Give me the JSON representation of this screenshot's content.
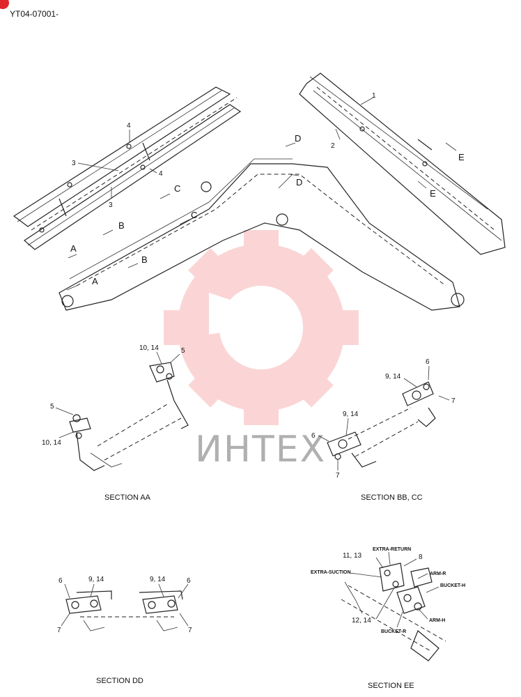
{
  "header": {
    "doc_code": "YT04-07001-"
  },
  "watermark": {
    "text": "ИНТЕХ",
    "color": "#f26b6b"
  },
  "callouts": {
    "arm": {
      "n1": "1",
      "n2": "2"
    },
    "boom_left": {
      "n3a": "3",
      "n3b": "3",
      "n4a": "4",
      "n4b": "4"
    },
    "letters": {
      "A1": "A",
      "A2": "A",
      "B1": "B",
      "B2": "B",
      "C1": "C",
      "C2": "C",
      "D1": "D",
      "D2": "D",
      "E1": "E",
      "E2": "E"
    }
  },
  "section_aa": {
    "title": "SECTION AA",
    "l1": "10, 14",
    "l2": "5",
    "l3": "5",
    "l4": "10, 14"
  },
  "section_bb": {
    "title": "SECTION BB, CC",
    "l1": "6",
    "l2": "9, 14",
    "l3": "7",
    "l4": "9, 14",
    "l5": "6",
    "l6": "7"
  },
  "section_dd": {
    "title": "SECTION DD",
    "l1": "6",
    "l2": "9, 14",
    "l3": "7",
    "l4": "9, 14",
    "l5": "6",
    "l6": "7"
  },
  "section_ee": {
    "title": "SECTION EE",
    "l1": "11, 13",
    "l2": "EXTRA-RETURN",
    "l3": "8",
    "l4": "EXTRA-SUCTION",
    "l5": "ARM-R",
    "l6": "BUCKET-H",
    "l7": "ARM-H",
    "l8": "12, 14",
    "l9": "BUCKET-R"
  }
}
